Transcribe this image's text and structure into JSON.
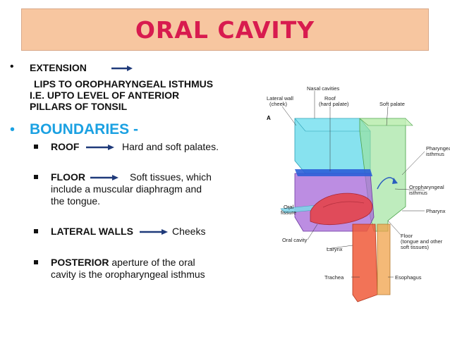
{
  "title": "ORAL CAVITY",
  "extension": {
    "label": "EXTENSION",
    "line1": "LIPS TO OROPHARYNGEAL ISTHMUS",
    "line2": "I.E. UPTO LEVEL OF ANTERIOR",
    "line3": "PILLARS OF TONSIL"
  },
  "boundaries": {
    "heading": "BOUNDARIES -",
    "roof": {
      "label": "ROOF",
      "value": "Hard and soft palates."
    },
    "floor": {
      "label": "FLOOR",
      "value_line1": "Soft tissues, which",
      "value_line2": "include a muscular diaphragm and",
      "value_line3": "the tongue."
    },
    "lateral": {
      "label": "LATERAL WALLS",
      "value": "Cheeks"
    },
    "posterior": {
      "label": "POSTERIOR",
      "line1_rest": " aperture of the oral",
      "line2": "cavity is the oropharyngeal isthmus"
    }
  },
  "diagram": {
    "panel_letter": "A",
    "labels": {
      "nasal_cavities": "Nasal cavities",
      "lateral_wall_1": "Lateral wall",
      "lateral_wall_2": "(cheek)",
      "roof_1": "Roof",
      "roof_2": "(hard palate)",
      "soft_palate": "Soft palate",
      "pharyngeal_isthmus_1": "Pharyngeal",
      "pharyngeal_isthmus_2": "isthmus",
      "oropharyngeal_isthmus_1": "Oropharyngeal",
      "oropharyngeal_isthmus_2": "isthmus",
      "pharynx": "Pharynx",
      "oral_fissure_1": "Oral",
      "oral_fissure_2": "fissure",
      "oral_cavity": "Oral cavity",
      "floor_1": "Floor",
      "floor_2": "(tongue and other",
      "floor_3": "soft tissues)",
      "larynx": "Larynx",
      "trachea": "Trachea",
      "esophagus": "Esophagus"
    }
  },
  "colors": {
    "title_text": "#d81b4f",
    "title_bg": "#f7c6a0",
    "boundaries_heading": "#1ba1e2",
    "arrow": "#1f3a7a"
  }
}
